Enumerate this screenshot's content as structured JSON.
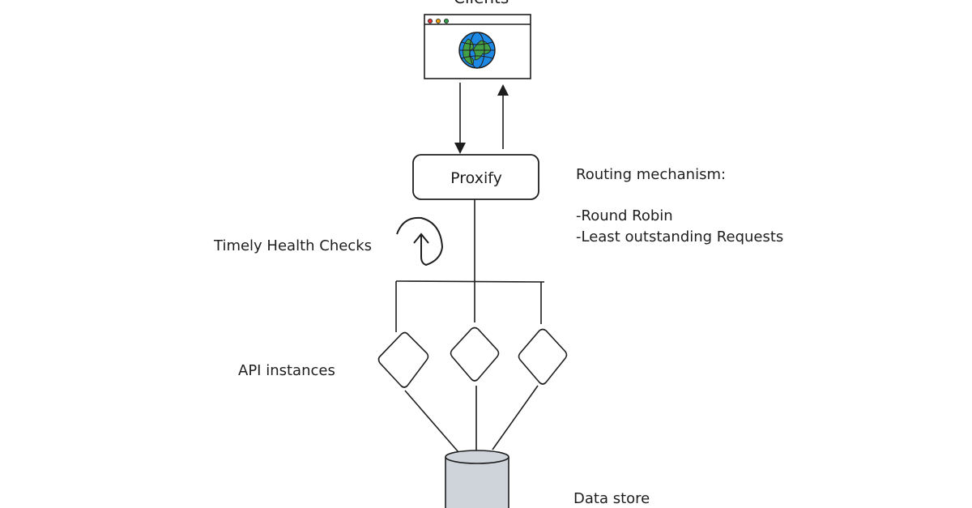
{
  "diagram": {
    "clients_label": "Clients",
    "proxy_label": "Proxify",
    "routing": {
      "title": "Routing mechanism:",
      "options": [
        "-Round Robin",
        "-Least outstanding Requests"
      ]
    },
    "health_checks_label": "Timely Health Checks",
    "api_instances_label": "API instances",
    "data_store_label": "Data store"
  },
  "colors": {
    "stroke": "#1e1e1e",
    "globe_ocean": "#1e88e5",
    "globe_land": "#43a047",
    "datastore_fill": "#ced4da",
    "window_dot_red": "#e03131",
    "window_dot_yellow": "#f59f00",
    "window_dot_green": "#2f9e44"
  }
}
